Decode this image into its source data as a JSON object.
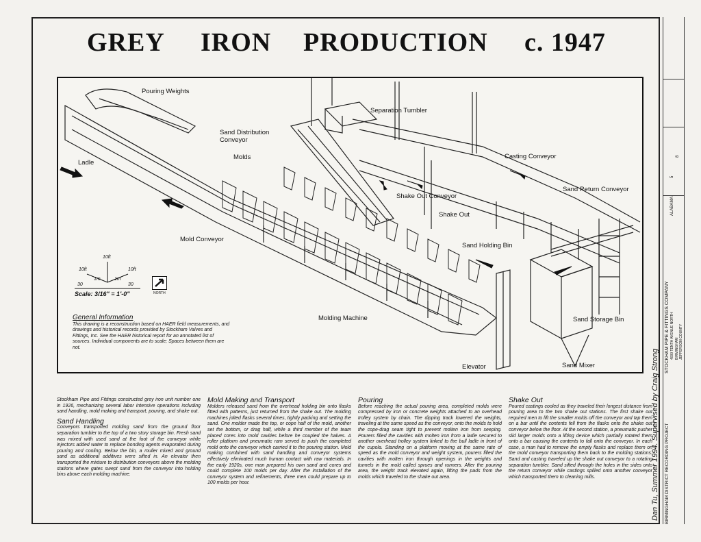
{
  "title_words": [
    "GREY",
    "IRON",
    "PRODUCTION",
    "c. 1947"
  ],
  "labels": {
    "pouring_weights": "Pouring Weights",
    "separation_tumbler": "Separation Tumbler",
    "sand_distribution_conveyor": "Sand Distribution\nConveyor",
    "molds": "Molds",
    "ladle": "Ladle",
    "casting_conveyor": "Casting Conveyor",
    "sand_return_conveyor": "Sand Return Conveyor",
    "shake_out_conveyor": "Shake Out Conveyor",
    "shake_out": "Shake Out",
    "sand_holding_bin": "Sand Holding Bin",
    "mold_conveyor": "Mold Conveyor",
    "molding_machine": "Molding Machine",
    "sand_storage_bin": "Sand Storage Bin",
    "elevator": "Elevator",
    "sand_mixer": "Sand Mixer"
  },
  "scale": {
    "top": "10ft",
    "left": "10ft",
    "right": "10ft",
    "m_left": "1m",
    "m_right": "1m",
    "v_left": "30",
    "v_right": "30",
    "text": "Scale: 3/16\" = 1'-0\"",
    "north": "NORTH"
  },
  "general_info": {
    "heading": "General Information",
    "text": "This drawing is a reconstruction based on HAER field measurements, and drawings and historical records provided by Stockham Valves and Fittings, Inc. See the HAER historical report for an annotated list of sources. Individual components are to scale; Spaces between them are not."
  },
  "columns": [
    {
      "intro": "Stockham Pipe and Fittings constructed grey iron unit number one in 1926, mechanizing several labor intensive operations including sand handling, mold making and transport, pouring, and shake out.",
      "heading": "Sand Handling",
      "text": "Conveyors transported molding sand from the ground floor separation tumbler to the top of a two story storage bin. Fresh sand was mixed with used sand at the foot of the conveyor while injectors added water to replace bonding agents evaporated during pouring and cooling. Below the bin, a muller mixed and ground sand as additional additives were sifted in. An elevator then transported the mixture to distribution conveyors above the molding stations where gates swept sand from the conveyor into holding bins above each molding machine."
    },
    {
      "intro": "",
      "heading": "Mold Making and Transport",
      "text": "Molders released sand from the overhead holding bin onto flasks fitted with patterns, just returned from the shake out. The molding machines jolted flasks several times, tightly packing and setting the sand. One molder made the top, or cope half of the mold, another set the bottom, or drag half, while a third member of the team placed cores into mold cavities before he coupled the halves. A roller platform and pneumatic ram served to push the completed mold onto the conveyor which carried it to the pouring station. Mold making combined with sand handling and conveyor systems effectively eliminated much human contact with raw materials. In the early 1920s, one man prepared his own sand and cores and could complete 100 molds per day. After the installation of the conveyor system and refinements, three men could prepare up to 100 molds per hour."
    },
    {
      "intro": "",
      "heading": "Pouring",
      "text": "Before reaching the actual pouring area, completed molds were compressed by iron or concrete weights attached to an overhead trolley system by chain. The dipping track lowered the weights, traveling at the same speed as the conveyor, onto the molds to hold the cope-drag seam tight to prevent molten iron from seeping. Pourers filled the cavities with molten iron from a ladle secured to another overhead trolley system linked to the bull ladle in front of the cupola. Standing on a platform moving at the same rate of speed as the mold conveyor and weight system, pourers filled the cavities with molten iron through openings in the weights and tunnels in the mold called sprues and runners. After the pouring area, the weight track elevated again, lifting the pads from the molds which traveled to the shake out area."
    },
    {
      "intro": "",
      "heading": "Shake Out",
      "text": "Poured castings cooled as they traveled their longest distance from pouring area to the two shake out stations. The first shake out required men to lift the smaller molds off the conveyor and tap them on a bar until the contents fell from the flasks onto the shake out conveyor below the floor. At the second station, a pneumatic pusher slid larger molds onto a lifting device which partially rotated them onto a bar causing the contents to fall onto the conveyor. In each case, a man had to remove the empty flasks and replace them on the mold conveyor transporting them back to the molding stations. Sand and casting traveled up the shake out conveyor to a rotating separation tumbler. Sand sifted through the holes in the sides onto the return conveyor while castings spilled onto another conveyor which transported them to cleaning mills."
    }
  ],
  "signature": "Dan Tu, Summer 1994. Supervised by Craig Strong",
  "title_block": {
    "company": "STOCKHAM PIPE & FITTINGS COMPANY",
    "address": "4000 TENTH AVENUE NORTH",
    "city": "BIRMINGHAM",
    "county": "JEFFERSON COUNTY",
    "state": "ALABAMA",
    "project": "BIRMINGHAM DISTRICT RECORDING PROJECT",
    "sheet": "5",
    "of": "8"
  }
}
